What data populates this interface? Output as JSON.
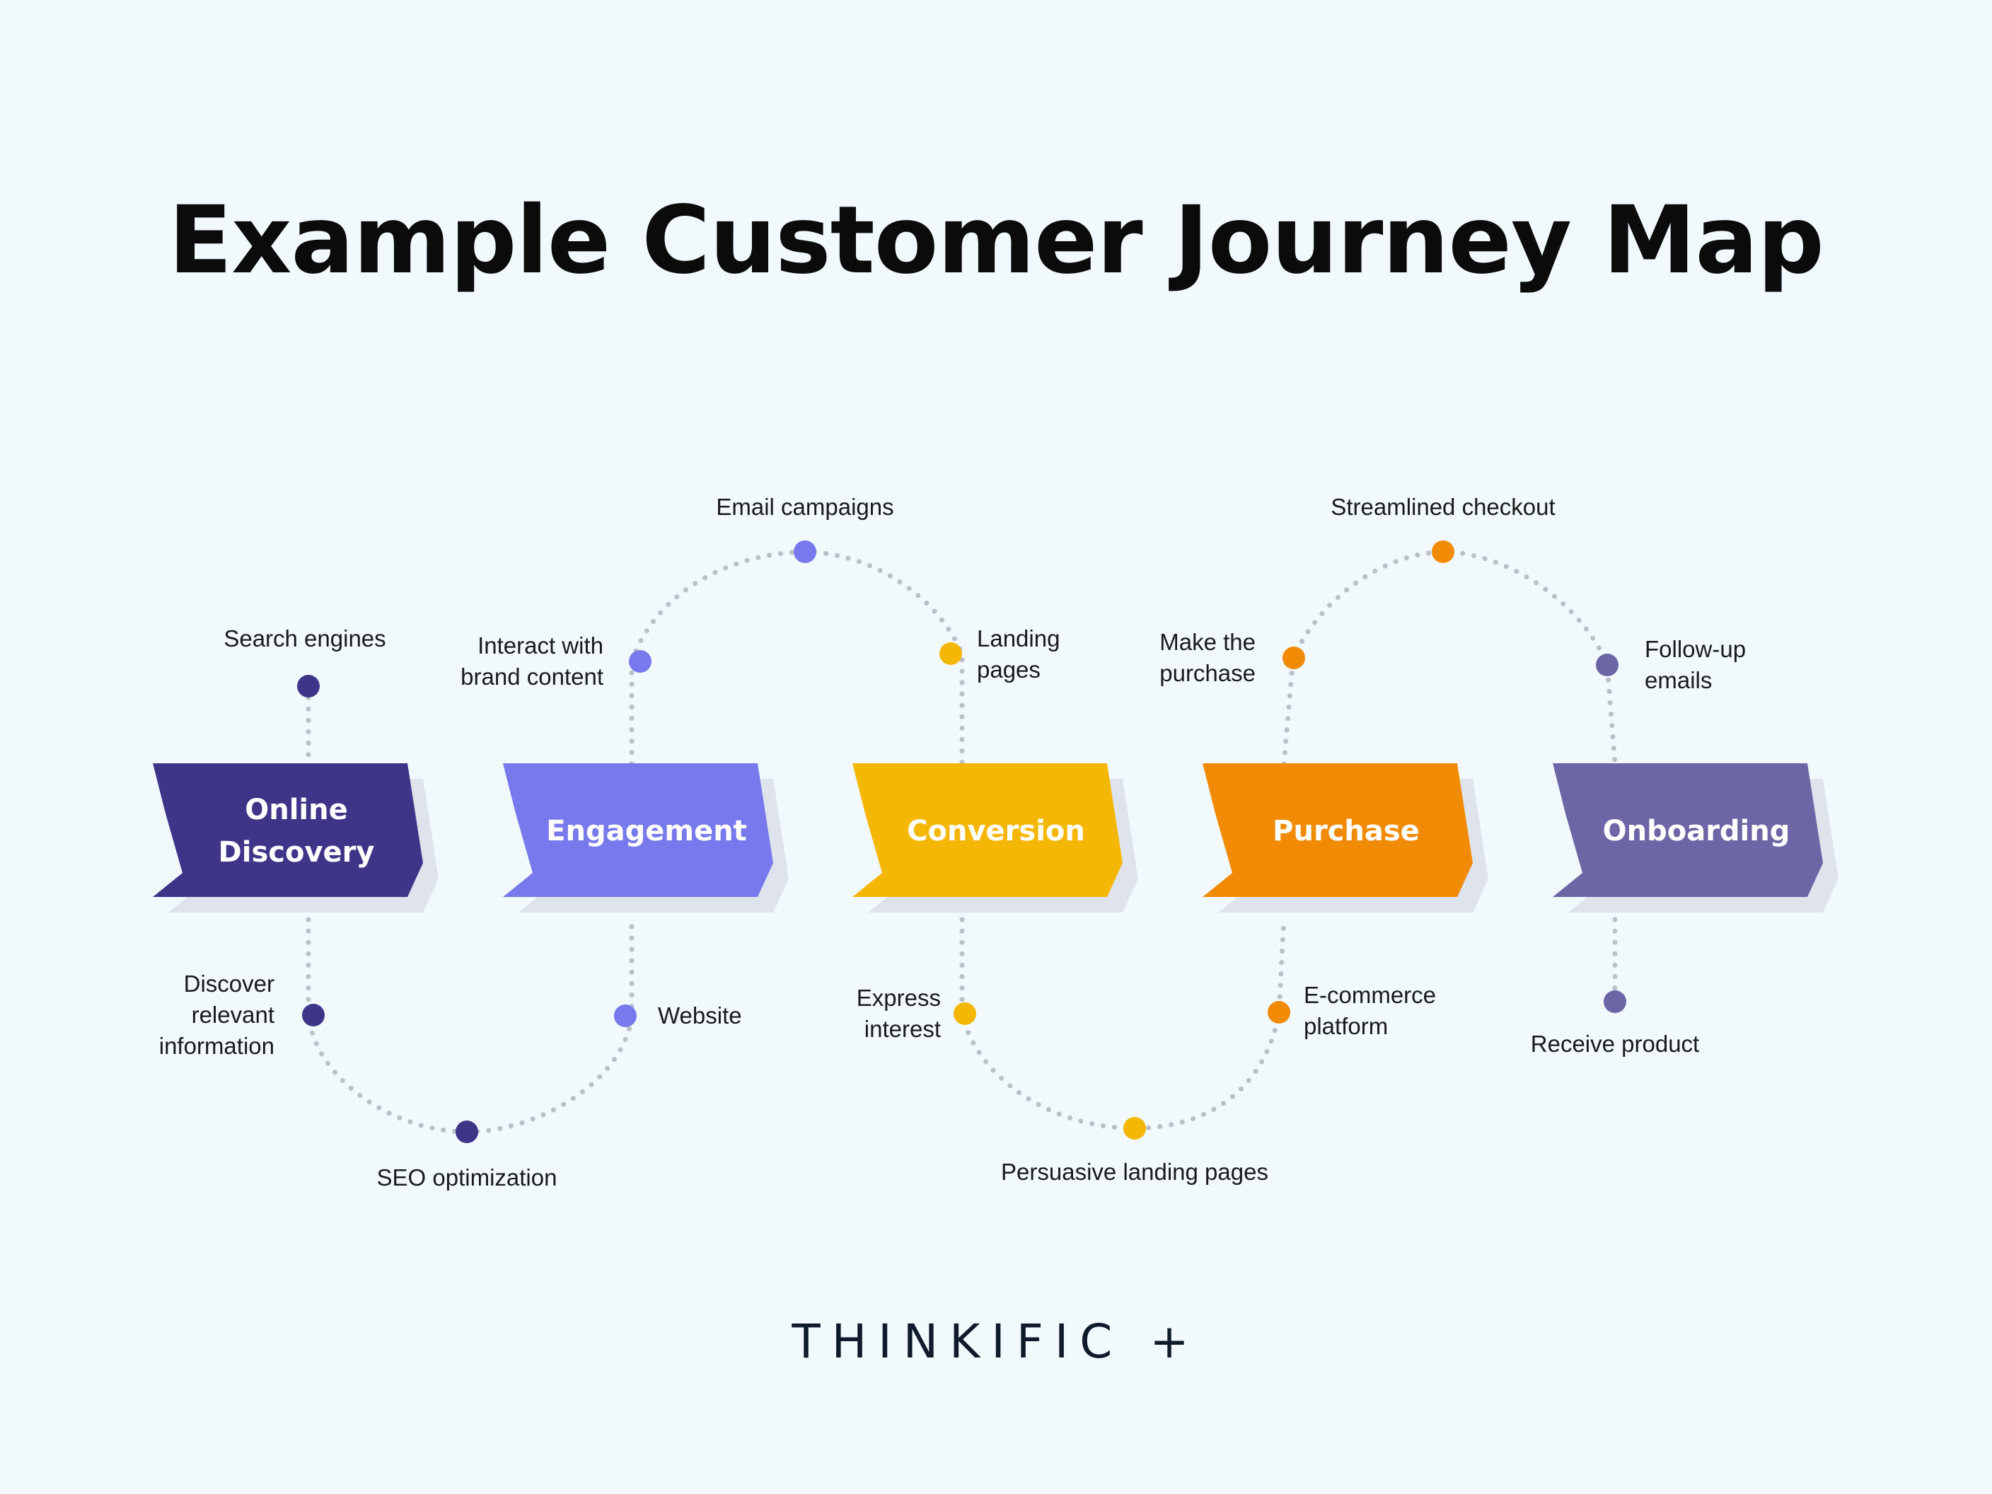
{
  "title": "Example Customer Journey Map",
  "brand": "THINKIFIC +",
  "colors": {
    "background": "#f1f9fd",
    "connector": "#b9c0c7",
    "shadow": "#dfe3ec",
    "online_discovery": "#3e3589",
    "engagement": "#7779ec",
    "conversion": "#f5b705",
    "purchase": "#f18b06",
    "onboarding": "#6c66a6"
  },
  "stages": [
    {
      "label": "Online Discovery",
      "lines": [
        "Online",
        "Discovery"
      ],
      "color": "#3e3589"
    },
    {
      "label": "Engagement",
      "lines": [
        "Engagement"
      ],
      "color": "#7779ec"
    },
    {
      "label": "Conversion",
      "lines": [
        "Conversion"
      ],
      "color": "#f5b705"
    },
    {
      "label": "Purchase",
      "lines": [
        "Purchase"
      ],
      "color": "#f18b06"
    },
    {
      "label": "Onboarding",
      "lines": [
        "Onboarding"
      ],
      "color": "#6c66a6"
    }
  ],
  "touchpoints": [
    {
      "name": "search-engines",
      "lines": [
        "Search engines"
      ],
      "color": "#3e3589"
    },
    {
      "name": "discover-relevant-information",
      "lines": [
        "Discover",
        "relevant",
        "information"
      ],
      "color": "#3e3589"
    },
    {
      "name": "seo-optimization",
      "lines": [
        "SEO optimization"
      ],
      "color": "#3e3589"
    },
    {
      "name": "interact-with-brand-content",
      "lines": [
        "Interact with",
        "brand content"
      ],
      "color": "#7779ec"
    },
    {
      "name": "email-campaigns",
      "lines": [
        "Email campaigns"
      ],
      "color": "#7779ec"
    },
    {
      "name": "website",
      "lines": [
        "Website"
      ],
      "color": "#7779ec"
    },
    {
      "name": "landing-pages",
      "lines": [
        "Landing",
        "pages"
      ],
      "color": "#f5b705"
    },
    {
      "name": "express-interest",
      "lines": [
        "Express",
        "interest"
      ],
      "color": "#f5b705"
    },
    {
      "name": "persuasive-landing-pages",
      "lines": [
        "Persuasive landing pages"
      ],
      "color": "#f5b705"
    },
    {
      "name": "make-the-purchase",
      "lines": [
        "Make the",
        "purchase"
      ],
      "color": "#f18b06"
    },
    {
      "name": "streamlined-checkout",
      "lines": [
        "Streamlined checkout"
      ],
      "color": "#f18b06"
    },
    {
      "name": "e-commerce-platform",
      "lines": [
        "E-commerce",
        "platform"
      ],
      "color": "#f18b06"
    },
    {
      "name": "follow-up-emails",
      "lines": [
        "Follow-up",
        "emails"
      ],
      "color": "#6c66a6"
    },
    {
      "name": "receive-product",
      "lines": [
        "Receive product"
      ],
      "color": "#6c66a6"
    }
  ]
}
